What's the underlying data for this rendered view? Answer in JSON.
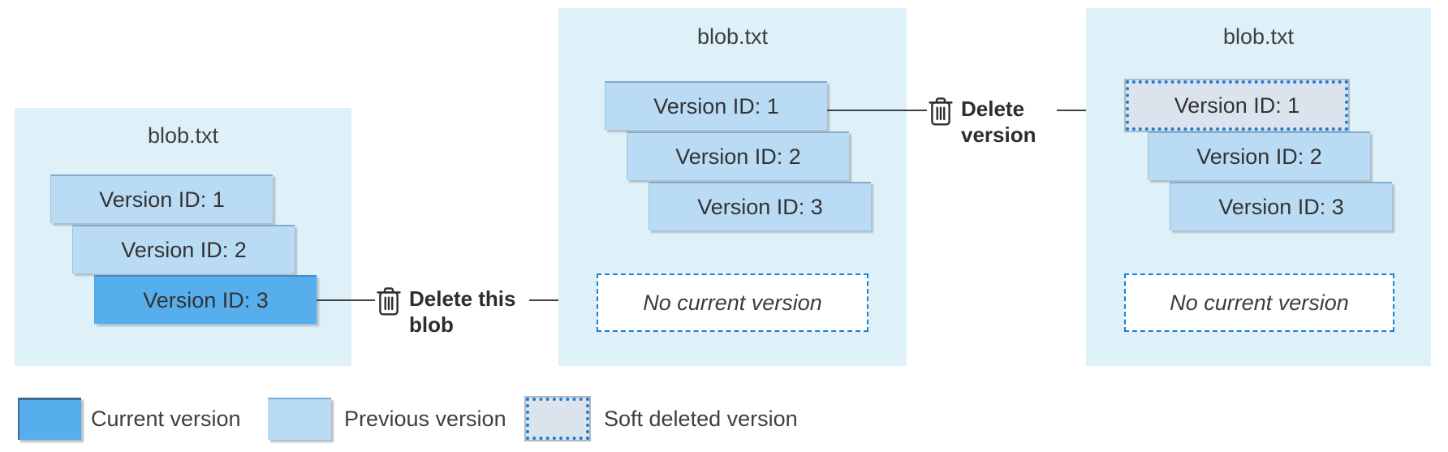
{
  "panels": [
    {
      "title": "blob.txt",
      "versions": [
        {
          "label": "Version ID: 1",
          "state": "previous"
        },
        {
          "label": "Version ID: 2",
          "state": "previous"
        },
        {
          "label": "Version ID: 3",
          "state": "current"
        }
      ]
    },
    {
      "title": "blob.txt",
      "versions": [
        {
          "label": "Version ID: 1",
          "state": "previous"
        },
        {
          "label": "Version ID: 2",
          "state": "previous"
        },
        {
          "label": "Version ID: 3",
          "state": "previous"
        }
      ],
      "placeholder": "No current version"
    },
    {
      "title": "blob.txt",
      "versions": [
        {
          "label": "Version ID: 1",
          "state": "soft-deleted"
        },
        {
          "label": "Version ID: 2",
          "state": "previous"
        },
        {
          "label": "Version ID: 3",
          "state": "previous"
        }
      ],
      "placeholder": "No current version"
    }
  ],
  "actions": [
    {
      "icon": "trash-icon",
      "label": "Delete this blob"
    },
    {
      "icon": "trash-icon",
      "label": "Delete version"
    }
  ],
  "legend": [
    {
      "label": "Current version",
      "state": "current"
    },
    {
      "label": "Previous version",
      "state": "previous"
    },
    {
      "label": "Soft deleted version",
      "state": "soft-deleted"
    }
  ],
  "colors": {
    "panel_bg": "#def1f9",
    "current": "#57aeec",
    "previous": "#badbf4",
    "soft_deleted": "#dbe4ec",
    "dashed_border": "#1d7dd7",
    "arrow": "#404040",
    "text": "#3c3c3c"
  }
}
